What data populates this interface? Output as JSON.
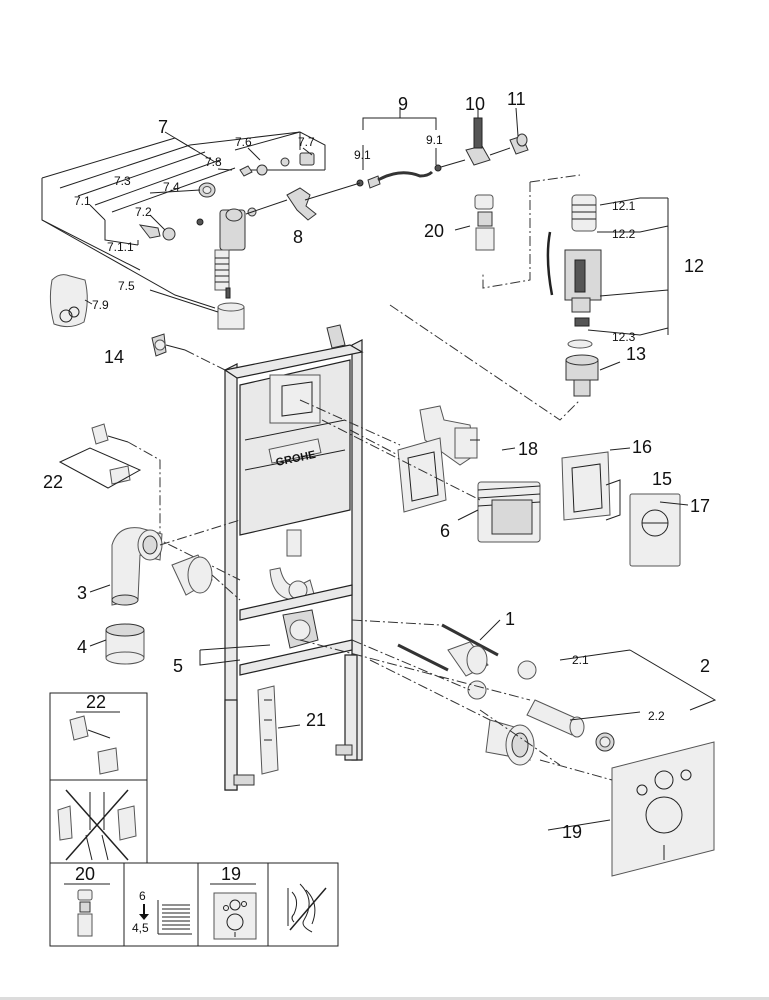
{
  "brand_label": "GROHE",
  "labels": {
    "p1": "1",
    "p2": "2",
    "p2_1": "2.1",
    "p2_2": "2.2",
    "p3": "3",
    "p4": "4",
    "p5": "5",
    "p6": "6",
    "p7": "7",
    "p7_1": "7.1",
    "p7_1_1": "7.1.1",
    "p7_2": "7.2",
    "p7_3": "7.3",
    "p7_4": "7.4",
    "p7_5": "7.5",
    "p7_6": "7.6",
    "p7_7": "7.7",
    "p7_8": "7.8",
    "p7_9": "7.9",
    "p8": "8",
    "p9": "9",
    "p9_1a": "9.1",
    "p9_1b": "9.1",
    "p10": "10",
    "p11": "11",
    "p12": "12",
    "p12_1": "12.1",
    "p12_2": "12.2",
    "p12_3": "12.3",
    "p13": "13",
    "p14": "14",
    "p15": "15",
    "p16": "16",
    "p17": "17",
    "p18": "18",
    "p19": "19",
    "p20": "20",
    "p21": "21",
    "p22": "22"
  },
  "legend": {
    "box22": "22",
    "box20": "20",
    "box19": "19",
    "height_top": "6",
    "height_bottom": "4,5"
  }
}
